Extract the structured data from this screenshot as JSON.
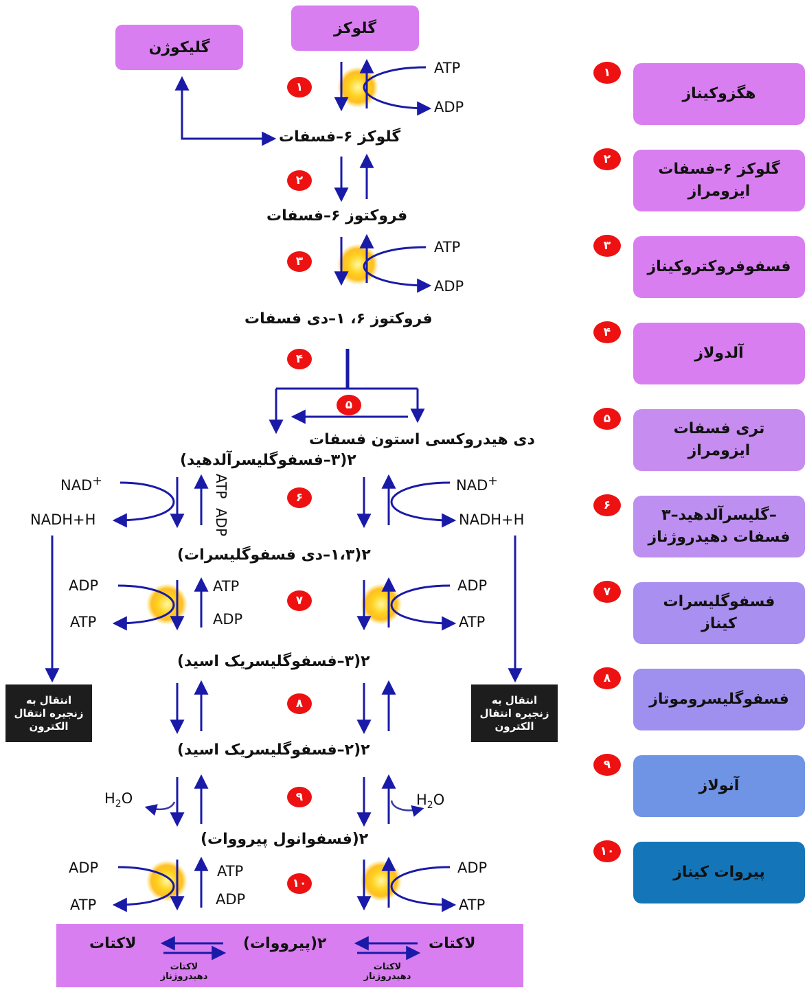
{
  "metabolites": {
    "glucose": "گلوکز",
    "glycogen": "گلیکوژن",
    "g6p": "گلوکز ۶–فسفات",
    "f6p": "فروکتوز ۶–فسفات",
    "f16bp": "فروکتوز ۶، ۱–دی فسفات",
    "dhap": "دی هیدروکسی استون فسفات",
    "g3p": "۲(۳–فسفوگلیسرآلدهید)",
    "bpg": "۲(۱،۳–دی فسفوگلیسرات)",
    "pg3": "۲(۳–فسفوگلیسریک اسید)",
    "pg2": "۲(۲–فسفوگلیسریک اسید)",
    "pep": "۲(فسفوانول پیرووات)",
    "pyruvate": "۲(پیرووات)",
    "lactate_left": "لاکتات",
    "lactate_right": "لاکتات"
  },
  "cofactors": {
    "atp": "ATP",
    "adp": "ADP",
    "nad": "NAD",
    "nad_sup": "+",
    "nadh": "NADH+H",
    "h": "H",
    "o": "O",
    "sub2": "2"
  },
  "electron_transport": "انتقال به\nزنجیره انتقال\nالکترون",
  "ldh_label": "لاکتات\nدهیدروژناز",
  "step_numbers": [
    "۱",
    "۲",
    "۳",
    "۴",
    "۵",
    "۶",
    "۷",
    "۸",
    "۹",
    "۱۰"
  ],
  "enzymes": [
    {
      "num": "۱",
      "name": "هگزوکیناز",
      "color": "#d97ef0"
    },
    {
      "num": "۲",
      "name": "گلوکز ۶–فسفات\nایزومراز",
      "color": "#d97ef0"
    },
    {
      "num": "۳",
      "name": "فسفوفروکتروکیناز",
      "color": "#d97ef0"
    },
    {
      "num": "۴",
      "name": "آلدولاز",
      "color": "#d97ef0"
    },
    {
      "num": "۵",
      "name": "تری فسفات\nایزومراز",
      "color": "#c68cef"
    },
    {
      "num": "۶",
      "name": "گلیسرآلدهید–۳–\nفسفات دهیدروژناز",
      "color": "#bd8ff0"
    },
    {
      "num": "۷",
      "name": "فسفوگلیسرات\nکیناز",
      "color": "#a98ff0"
    },
    {
      "num": "۸",
      "name": "فسفوگلیسروموتاز",
      "color": "#9f90ef"
    },
    {
      "num": "۹",
      "name": "آنولاز",
      "color": "#6f94e6"
    },
    {
      "num": "۱۰",
      "name": "پیروات کیناز",
      "color": "#1476b8"
    }
  ],
  "colors": {
    "arrow": "#1a1aa8",
    "badge": "#ee1111",
    "box_pink": "#d97ef0",
    "dark_box": "#1d1d1d"
  },
  "icons": [
    "sun-icon",
    "arrow-icon"
  ]
}
